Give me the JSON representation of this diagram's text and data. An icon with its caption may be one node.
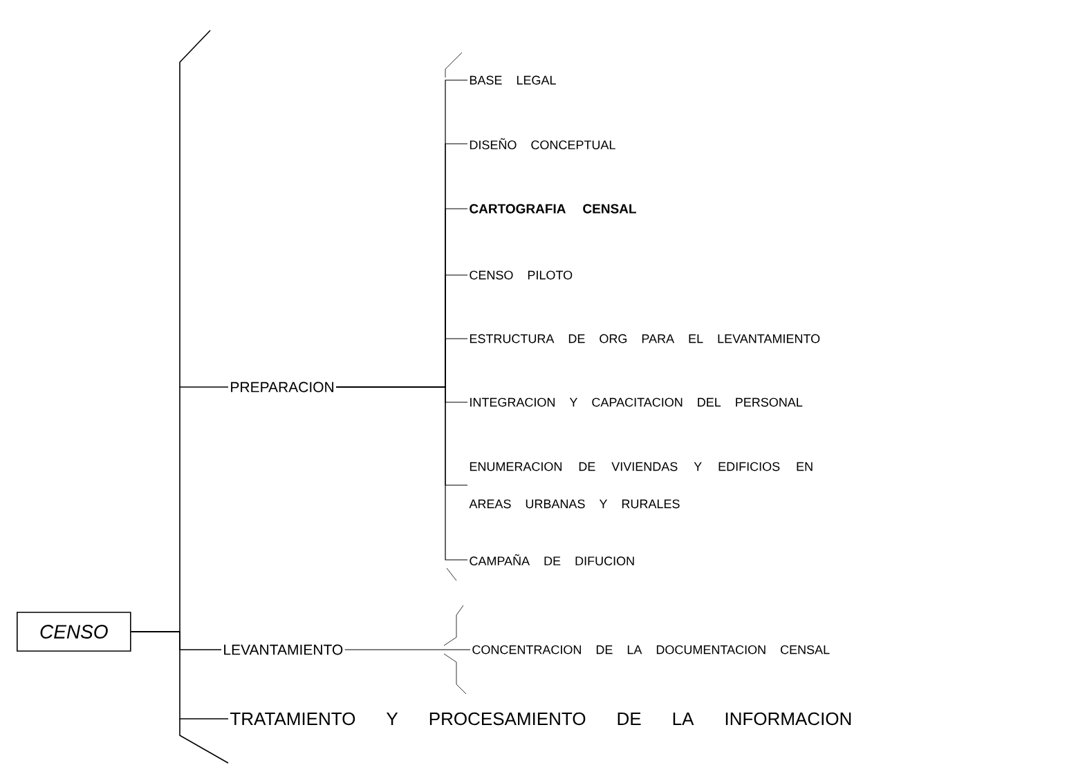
{
  "diagram": {
    "nodes": [
      {
        "text": [
          "CENSO"
        ]
      },
      {
        "text": [
          "PREPARACION"
        ]
      },
      {
        "text": [
          "BASE LEGAL"
        ]
      },
      {
        "text": [
          "DISEÑO CONCEPTUAL"
        ]
      },
      {
        "text": [
          "CARTOGRAFIA CENSAL"
        ]
      },
      {
        "text": [
          "CENSO PILOTO"
        ]
      },
      {
        "text": [
          "ESTRUCTURA DE ORG PARA EL LEVANTAMIENTO"
        ]
      },
      {
        "text": [
          "INTEGRACION Y CAPACITACION DEL PERSONAL"
        ]
      },
      {
        "text": [
          "ENUMERACION DE VIVIENDAS Y EDIFICIOS EN AREAS URBANAS Y RURALES"
        ]
      },
      {
        "text": [
          "CAMPAÑA DE DIFUCION"
        ]
      },
      {
        "text": [
          "LEVANTAMIENTO"
        ]
      },
      {
        "text": [
          "CONCENTRACION DE LA DOCUMENTACION CENSAL"
        ]
      },
      {
        "text": [
          "TRATAMIENTO Y PROCESAMIENTO DE LA INFORMACION"
        ]
      }
    ],
    "edges": [
      {
        "from": 0,
        "to": 1,
        "arrow": "none"
      },
      {
        "from": 0,
        "to": 10,
        "arrow": "none"
      },
      {
        "from": 0,
        "to": 12,
        "arrow": "none"
      },
      {
        "from": 1,
        "to": 2,
        "arrow": "none"
      },
      {
        "from": 1,
        "to": 3,
        "arrow": "none"
      },
      {
        "from": 1,
        "to": 4,
        "arrow": "none"
      },
      {
        "from": 1,
        "to": 5,
        "arrow": "none"
      },
      {
        "from": 1,
        "to": 6,
        "arrow": "none"
      },
      {
        "from": 1,
        "to": 7,
        "arrow": "none"
      },
      {
        "from": 1,
        "to": 8,
        "arrow": "none"
      },
      {
        "from": 1,
        "to": 9,
        "arrow": "none"
      },
      {
        "from": 10,
        "to": 11,
        "arrow": "none"
      }
    ]
  }
}
